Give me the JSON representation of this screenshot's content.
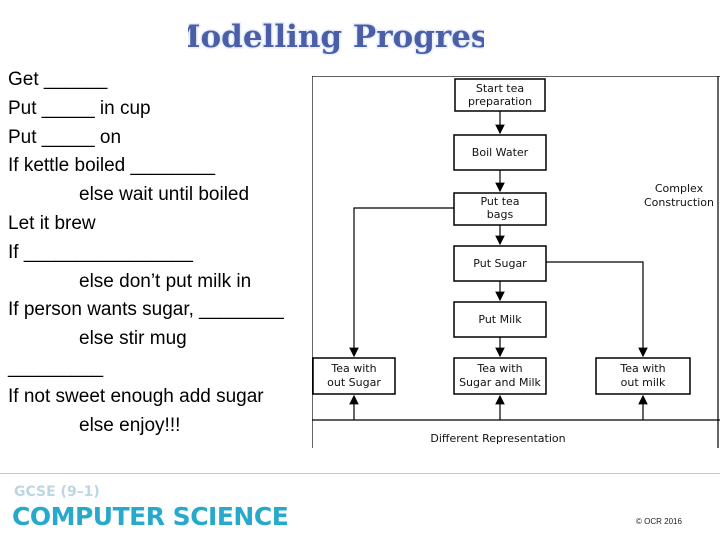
{
  "title": "Modelling Progress",
  "lines": [
    "Get ______",
    "Put _____ in cup",
    "Put _____ on",
    "If kettle boiled ________",
    "else wait until boiled",
    "Let it brew",
    "If ________________",
    "else don’t put milk in",
    "If person wants sugar, ________",
    "else stir mug",
    "_________",
    "If not sweet enough add sugar",
    "else enjoy!!!"
  ],
  "flowchart": {
    "start": [
      "Start tea",
      "preparation"
    ],
    "boil": "Boil Water",
    "teabags": [
      "Put tea",
      "bags"
    ],
    "sugar": "Put Sugar",
    "milk": "Put Milk",
    "no_sugar": [
      "Tea with",
      "out Sugar"
    ],
    "sugar_milk": [
      "Tea with",
      "Sugar and Milk"
    ],
    "no_milk": [
      "Tea with",
      "out milk"
    ],
    "complex": [
      "Complex",
      "Construction"
    ],
    "caption": "Different Representation"
  },
  "footer": {
    "gcse": "GCSE (9–1)",
    "subject": "COMPUTER SCIENCE",
    "copyright": "© OCR 2016"
  },
  "colors": {
    "title_fill": "#5a6fb8",
    "brand": "#27a9cc",
    "divider": "#9fd4e0"
  }
}
